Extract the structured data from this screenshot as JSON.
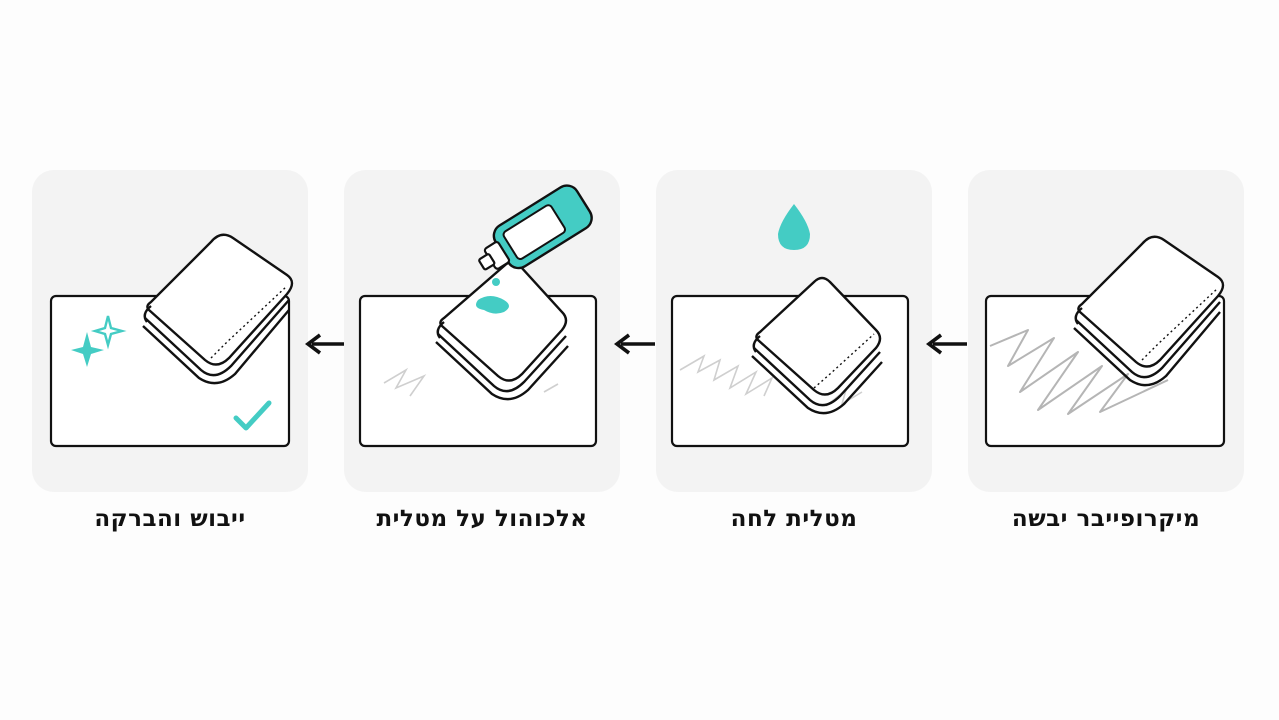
{
  "steps": [
    {
      "id": "dry-microfiber",
      "label": "מיקרופייבר יבשה"
    },
    {
      "id": "damp-cloth",
      "label": "מטלית לחה"
    },
    {
      "id": "alcohol-on-cloth",
      "label": "אלכוהול על מטלית"
    },
    {
      "id": "dry-and-polish",
      "label": "ייבוש והברקה"
    }
  ],
  "colors": {
    "accent": "#44ccc4",
    "panel": "#f3f3f3",
    "ink": "#111111",
    "smudge": "#b5b5b5"
  },
  "icons": [
    "folded-cloth-icon",
    "water-drop-icon",
    "alcohol-bottle-icon",
    "sparkle-icon",
    "checkmark-icon",
    "arrow-left-icon"
  ]
}
